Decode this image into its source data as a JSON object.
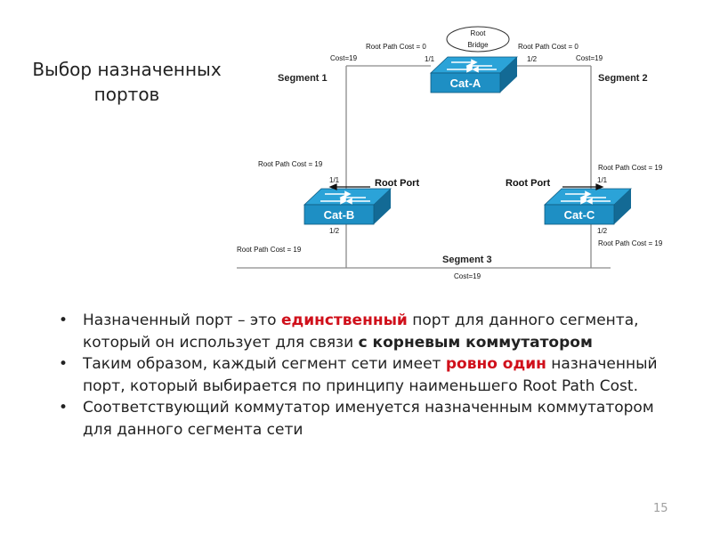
{
  "title": {
    "line1": "Выбор назначенных",
    "line2": "портов"
  },
  "diagram": {
    "root_label_1": "Root",
    "root_label_2": "Bridge",
    "cat_a": "Cat-A",
    "cat_b": "Cat-B",
    "cat_c": "Cat-C",
    "segment_1": "Segment 1",
    "segment_2": "Segment 2",
    "segment_3": "Segment 3",
    "cost_seg1": "Cost=19",
    "cost_seg2": "Cost=19",
    "cost_seg3": "Cost=19",
    "rpc_a_left": "Root Path Cost = 0",
    "rpc_a_right": "Root Path Cost = 0",
    "a_port_left": "1/1",
    "a_port_right": "1/2",
    "rpc_b_top": "Root Path Cost = 19",
    "b_port_top": "1/1",
    "b_port_bottom": "1/2",
    "rpc_b_bottom": "Root Path Cost = 19",
    "rpc_c_top": "Root Path Cost = 19",
    "c_port_top": "1/1",
    "c_port_bottom": "1/2",
    "rpc_c_bottom": "Root Path Cost = 19",
    "root_port_b": "Root Port",
    "root_port_c": "Root Port"
  },
  "bullets": [
    {
      "p1": "Назначенный порт – это ",
      "p2": "единственный",
      "p3": " порт для данного сегмента, который он использует для связи ",
      "p4": "с корневым коммутатором"
    },
    {
      "p1": "Таким образом, каждый сегмент сети имеет ",
      "p2": "ровно один",
      "p3": " назначенный порт, который выбирается по принципу наименьшего Root Path Cost."
    },
    {
      "p1": "Соответствующий коммутатор именуется назначенным коммутатором для данного сегмента сети"
    }
  ],
  "page_number": "15",
  "colors": {
    "switch_front": "#1e8fc4",
    "switch_top": "#2ba3d8",
    "switch_side": "#136a95",
    "emphasis": "#d0101b"
  }
}
